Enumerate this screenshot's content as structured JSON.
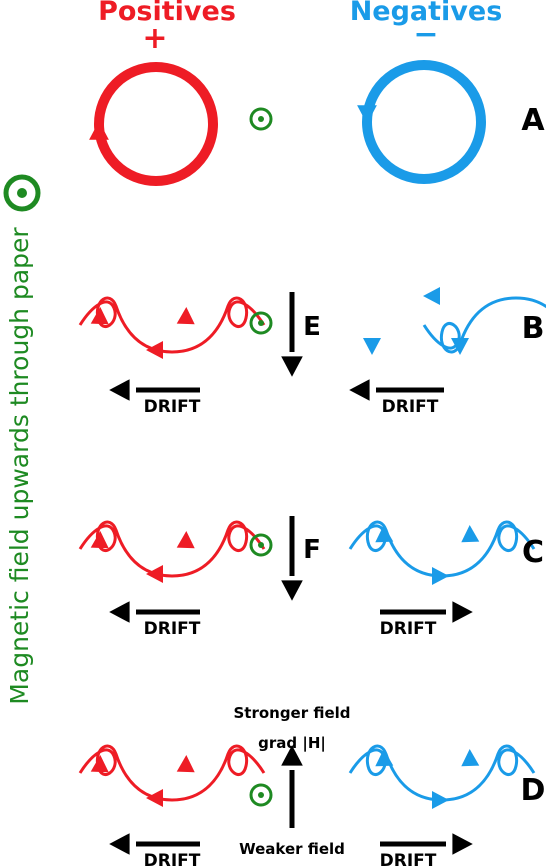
{
  "colors": {
    "positive": "#ee1c25",
    "negative": "#1a9be8",
    "field": "#1e8a22",
    "ink": "#000000"
  },
  "header": {
    "positives_label": "Positives",
    "positive_sign": "+",
    "negatives_label": "Negatives",
    "negative_sign": "−"
  },
  "side_label": "Magnetic field upwards through paper",
  "rows": {
    "a": {
      "label": "A"
    },
    "b": {
      "label": "B",
      "field_label": "E",
      "drift_left": "DRIFT",
      "drift_right": "DRIFT"
    },
    "c": {
      "label": "C",
      "field_label": "F",
      "drift_left": "DRIFT",
      "drift_right": "DRIFT"
    },
    "d": {
      "label": "D",
      "stronger": "Stronger field",
      "grad": "grad |",
      "grad_h": "H",
      "grad_end": "|",
      "weaker": "Weaker field",
      "drift_left": "DRIFT",
      "drift_right": "DRIFT"
    }
  },
  "icons": [
    "field-out-of-page-icon",
    "arrowhead-icon",
    "drift-arrow-icon"
  ]
}
